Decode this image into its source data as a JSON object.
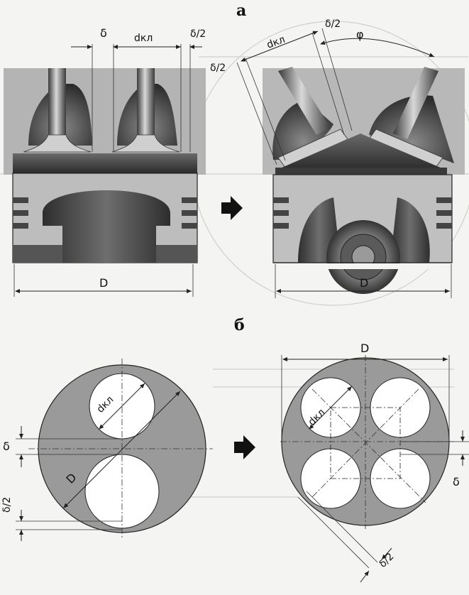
{
  "section_labels": {
    "top": "а",
    "bottom": "б"
  },
  "dimension_labels": {
    "delta": "δ",
    "delta_half": "δ/2",
    "d_valve": "dкл",
    "phi": "φ",
    "D": "D"
  }
}
